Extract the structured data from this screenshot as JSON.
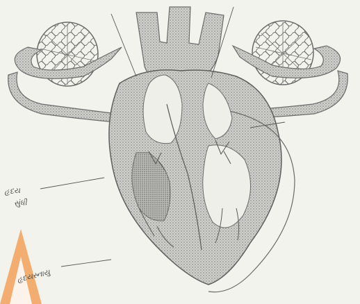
{
  "labels": {
    "label_1_line1": "હૃદય",
    "label_1_line2": "સુંધી",
    "label_2": "હૃદયસ્નાયુ"
  },
  "colors": {
    "paper": "#f3f3ee",
    "ink": "#5a5a5a",
    "stipple": "#9a9a9a",
    "watermark": "#f2a05a"
  }
}
